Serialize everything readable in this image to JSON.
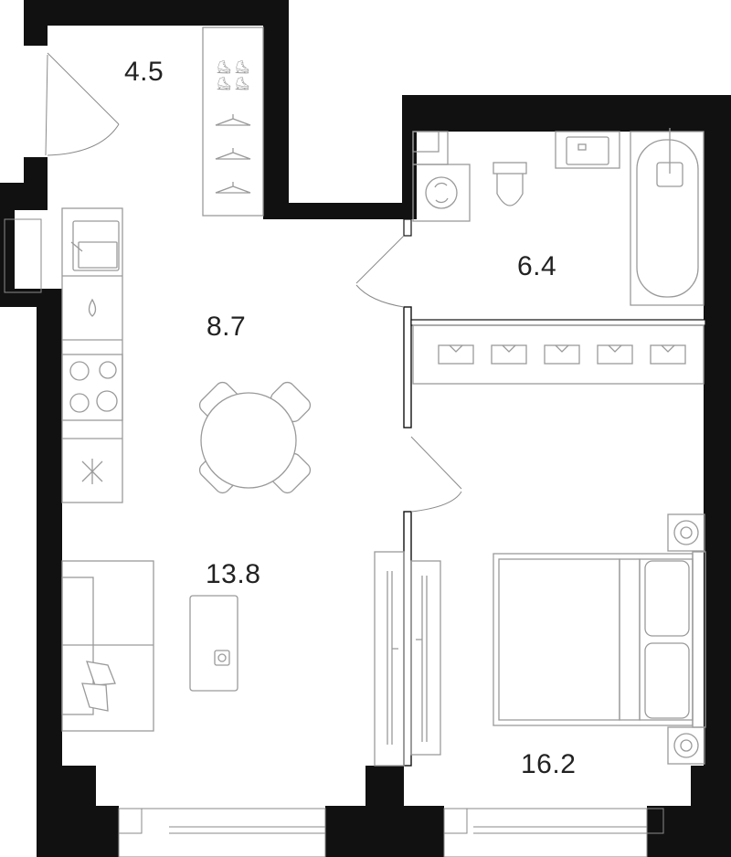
{
  "plan": {
    "rooms": [
      {
        "id": "hall",
        "area": "4.5"
      },
      {
        "id": "bathroom",
        "area": "6.4"
      },
      {
        "id": "kitchen",
        "area": "8.7"
      },
      {
        "id": "living",
        "area": "13.8"
      },
      {
        "id": "bedroom",
        "area": "16.2"
      }
    ]
  },
  "colors": {
    "wall": "#111111",
    "furniture_line": "#9a9a9a",
    "text": "#222222",
    "background": "#ffffff"
  }
}
